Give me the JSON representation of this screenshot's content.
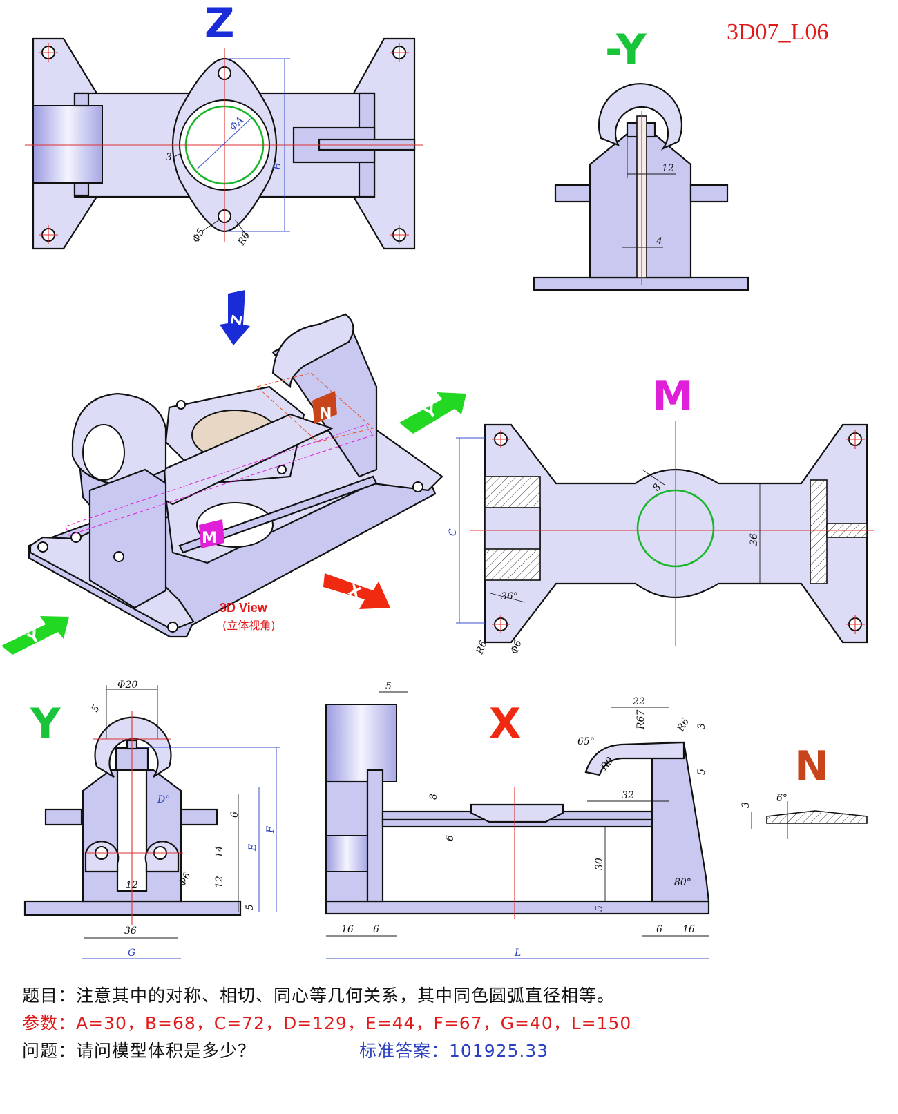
{
  "drawing_code": "3D07_L06",
  "view_labels": {
    "z": "Z",
    "neg_y": "-Y",
    "m": "M",
    "y": "Y",
    "x": "X",
    "n": "N"
  },
  "view_3d": {
    "title": "3D View",
    "subtitle": "(立体视角)"
  },
  "arrow_labels": [
    "Z",
    "N",
    "Y",
    "M",
    "X",
    "Y"
  ],
  "dimensions": {
    "z_view": [
      "ΦA",
      "B",
      "3",
      "Φ5",
      "R6"
    ],
    "neg_y_view": [
      "12",
      "4"
    ],
    "m_view": [
      "8",
      "C",
      "36",
      "36°",
      "R6",
      "Φ6"
    ],
    "y_view": [
      "Φ20",
      "5",
      "D°",
      "6",
      "E",
      "F",
      "14",
      "12",
      "Φ6",
      "12",
      "5",
      "36",
      "G"
    ],
    "x_view": [
      "5",
      "22",
      "R67",
      "R6",
      "3",
      "65°",
      "R9",
      "5",
      "32",
      "8",
      "6",
      "30",
      "80°",
      "5",
      "16",
      "6",
      "6",
      "16",
      "L"
    ],
    "n_view": [
      "6°",
      "3"
    ]
  },
  "footer": {
    "problem": "题目：注意其中的对称、相切、同心等几何关系，其中同色圆弧直径相等。",
    "params": "参数：A=30，B=68，C=72，D=129，E=44，F=67，G=40，L=150",
    "question": "问题：请问模型体积是多少？",
    "answer": "标准答案：101925.33"
  },
  "colors": {
    "part_fill": "#c8c8f0",
    "center_line": "#e03030",
    "green_circle": "#19b52a",
    "z_label": "#1a2bd8",
    "y_label": "#19c43a",
    "m_label": "#e020d8",
    "x_label": "#f02a10",
    "n_label": "#c8441a",
    "code": "#e01a1a"
  }
}
